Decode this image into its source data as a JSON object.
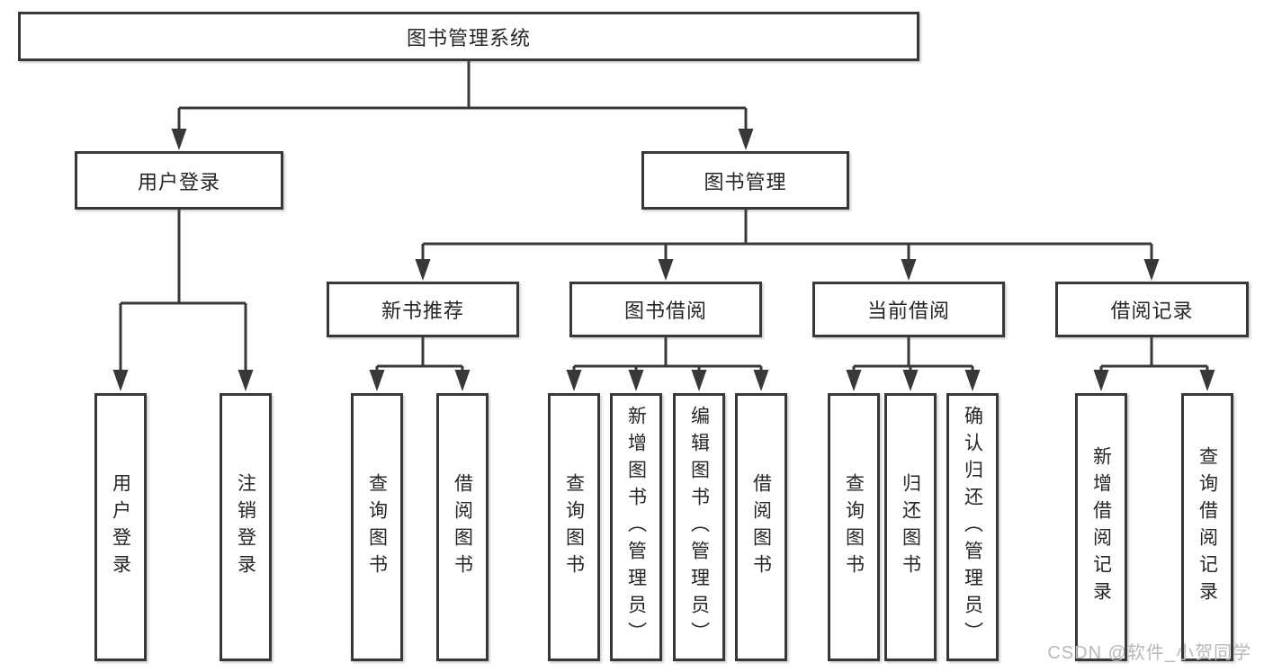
{
  "tree": {
    "root": {
      "label": "图书管理系统"
    },
    "branches": [
      {
        "label": "用户登录",
        "children": [
          {
            "label": "用户登录"
          },
          {
            "label": "注销登录"
          }
        ]
      },
      {
        "label": "图书管理",
        "children": [
          {
            "label": "新书推荐",
            "children": [
              {
                "label": "查询图书"
              },
              {
                "label": "借阅图书"
              }
            ]
          },
          {
            "label": "图书借阅",
            "children": [
              {
                "label": "查询图书"
              },
              {
                "label": "新增图书（管理员）"
              },
              {
                "label": "编辑图书（管理员）"
              },
              {
                "label": "借阅图书"
              }
            ]
          },
          {
            "label": "当前借阅",
            "children": [
              {
                "label": "查询图书"
              },
              {
                "label": "归还图书"
              },
              {
                "label": "确认归还（管理员）"
              }
            ]
          },
          {
            "label": "借阅记录",
            "children": [
              {
                "label": "新增借阅记录"
              },
              {
                "label": "查询借阅记录"
              }
            ]
          }
        ]
      }
    ]
  },
  "watermark": "CSDN @软件_小贺同学",
  "colors": {
    "line": "#383838",
    "box_border": "#383838",
    "box_fill": "#ffffff",
    "text": "#262626",
    "watermark": "#b8b8b8",
    "background": "#ffffff"
  }
}
